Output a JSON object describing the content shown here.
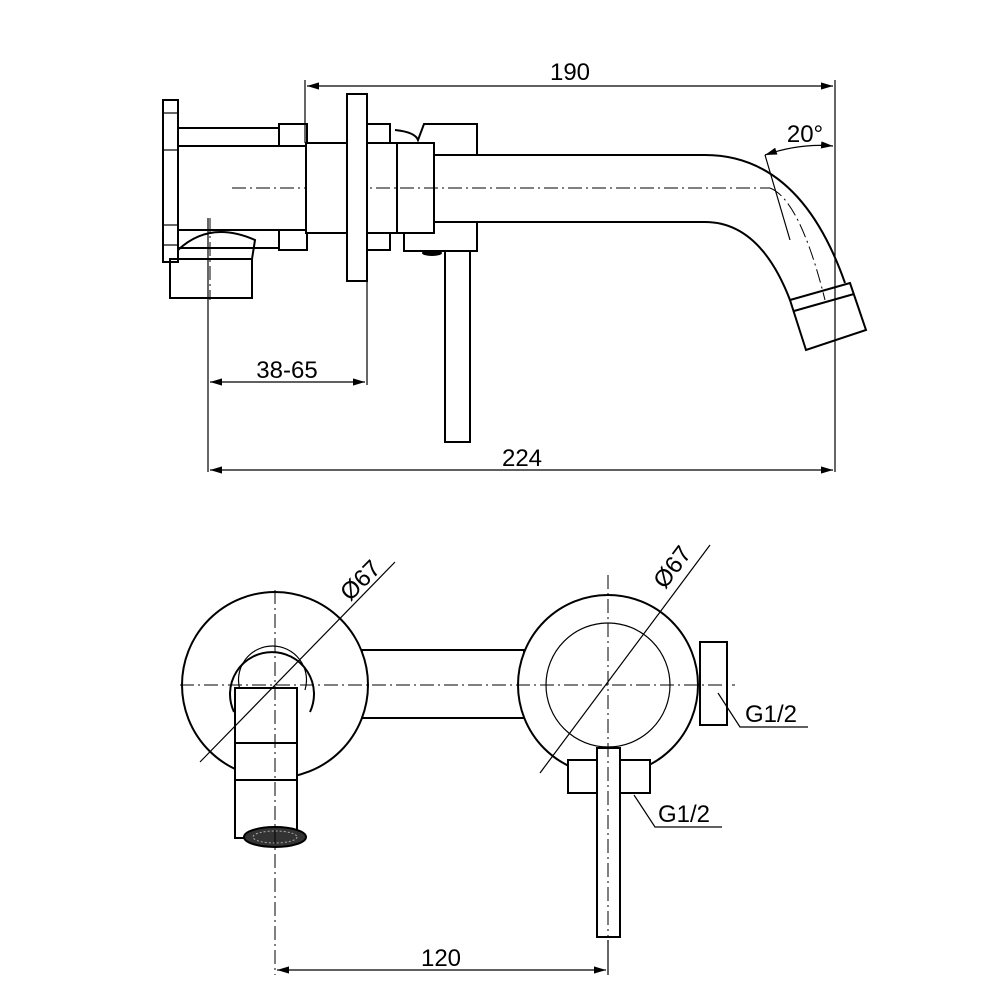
{
  "drawing": {
    "side_view": {
      "dim_spout_reach": "190",
      "dim_spout_angle": "20°",
      "dim_wall_depth": "38-65",
      "dim_total_length": "224"
    },
    "front_view": {
      "dim_left_plate_diameter": "Ø67",
      "dim_right_plate_diameter": "Ø67",
      "thread_side": "G1/2",
      "thread_bottom": "G1/2",
      "dim_center_distance": "120"
    },
    "colors": {
      "line": "#000000",
      "background": "#ffffff"
    }
  }
}
